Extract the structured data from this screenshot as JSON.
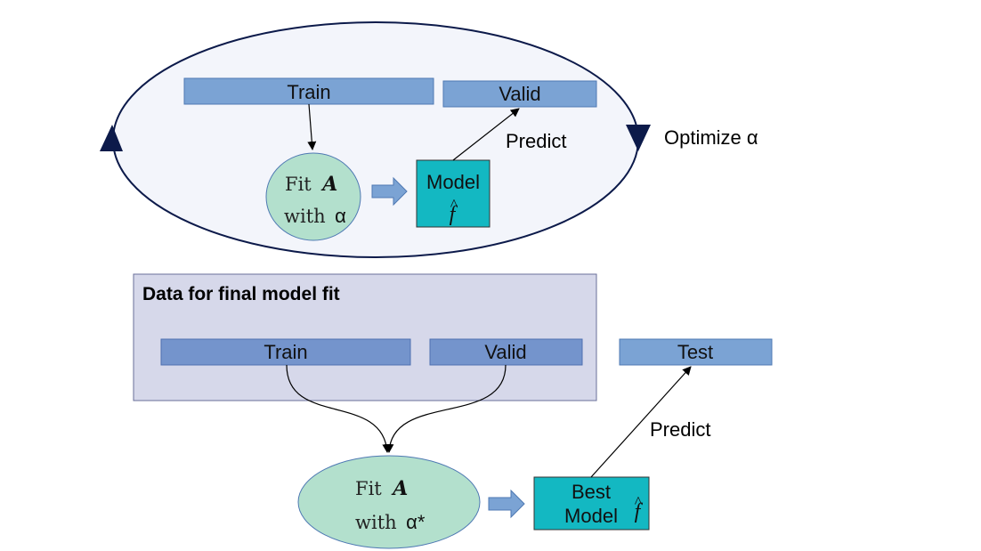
{
  "colors": {
    "ellipse_fill": "#f3f5fb",
    "ellipse_stroke": "#0c1a4a",
    "data_bar": "#7ba3d4",
    "data_bar_dark": "#7494cc",
    "fit_node": "#b3e0cd",
    "model_box": "#13b8c2",
    "panel_fill": "#d6d8ea",
    "arrow_block": "#7ba3d4"
  },
  "cv_loop": {
    "train_label": "Train",
    "valid_label": "Valid",
    "predict_label": "Predict",
    "fit_line1": "Fit",
    "fit_symbol": "A",
    "fit_line2": "with",
    "fit_param": "α",
    "model_label": "Model",
    "model_symbol": "f",
    "hat": "^",
    "loop_label": "Optimize α"
  },
  "final": {
    "panel_title": "Data for final model fit",
    "train_label": "Train",
    "valid_label": "Valid",
    "test_label": "Test",
    "predict_label": "Predict",
    "fit_line1": "Fit",
    "fit_symbol": "A",
    "fit_line2": "with",
    "fit_param": "α*",
    "best_label_1": "Best",
    "best_label_2": "Model",
    "model_symbol": "f",
    "hat": "^"
  }
}
